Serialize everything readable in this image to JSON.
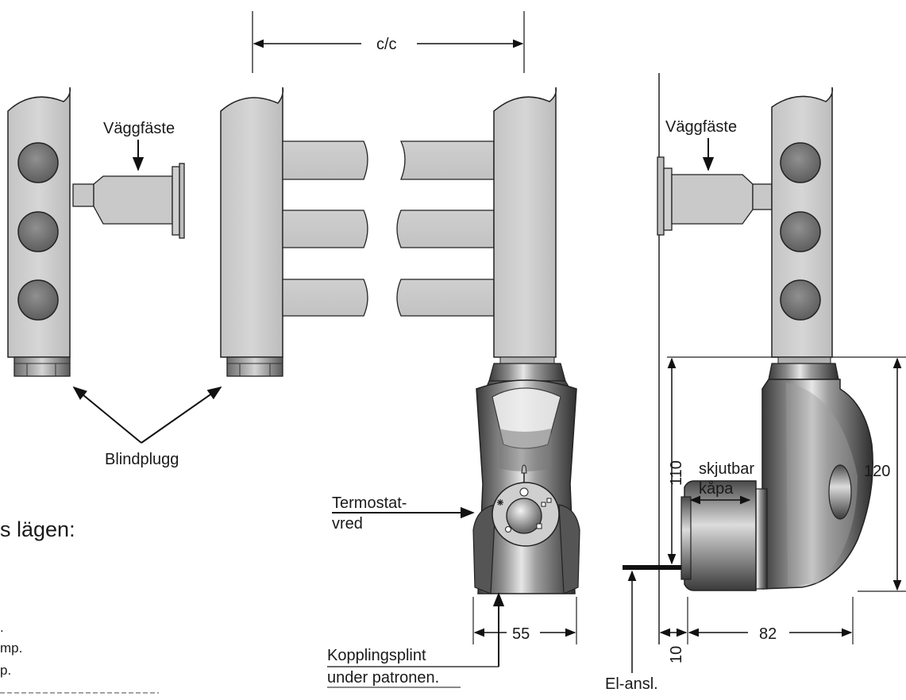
{
  "labels": {
    "cc": "c/c",
    "wall_bracket_left": "Väggfäste",
    "wall_bracket_right": "Väggfäste",
    "blind_plug": "Blindplugg",
    "thermostat_line1": "Termostat-",
    "thermostat_line2": "vred",
    "terminal_line1": "Kopplingsplint",
    "terminal_line2": "under patronen.",
    "cover_line1": "skjutbar",
    "cover_line2": "kåpa",
    "el_conn": "El-ansl."
  },
  "dimensions": {
    "width_front": "55",
    "height_side": "110",
    "height_total": "120",
    "depth": "82",
    "wall_gap": "10"
  },
  "legend": {
    "heading": "s lägen:",
    "line1": ".",
    "line2": "mp.",
    "line3": "p."
  }
}
